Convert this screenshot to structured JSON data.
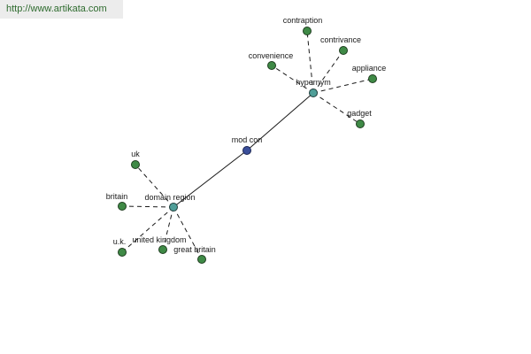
{
  "watermark": "http://www.artikata.com",
  "colors": {
    "leaf": "#3f8a46",
    "hub": "#4f9e98",
    "center": "#3a4f9a"
  },
  "graph": {
    "center": "mod con",
    "hubs": [
      "hypernym",
      "domain region"
    ],
    "hypernym_terms": [
      "contraption",
      "contrivance",
      "convenience",
      "appliance",
      "gadget"
    ],
    "domain_region_terms": [
      "uk",
      "britain",
      "u.k.",
      "united kingdom",
      "great britain"
    ]
  }
}
